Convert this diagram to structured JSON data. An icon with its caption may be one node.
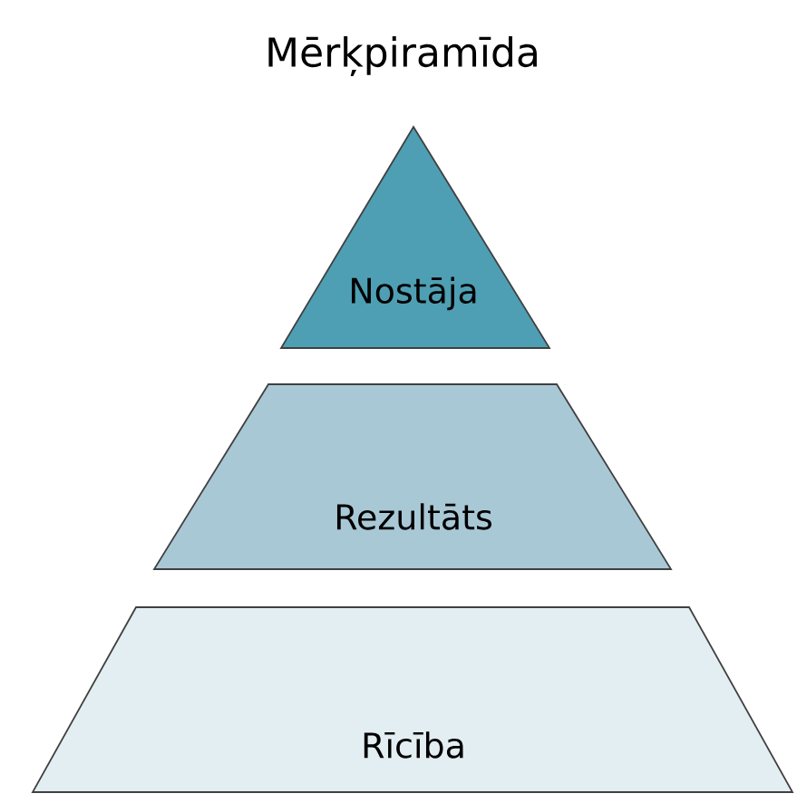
{
  "diagram": {
    "title": "Mērķpiramīda",
    "nodes": [
      {
        "text": [
          "Nostāja"
        ]
      },
      {
        "text": [
          "Rezultāts"
        ]
      },
      {
        "text": [
          "Rīcība"
        ]
      }
    ]
  }
}
